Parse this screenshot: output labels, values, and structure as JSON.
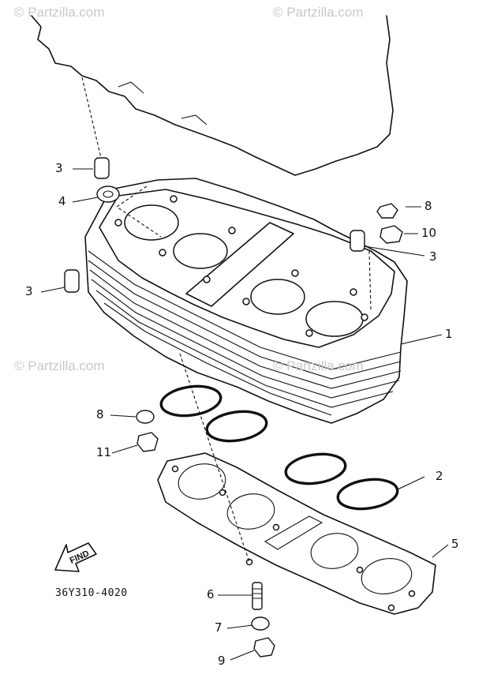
{
  "watermarks": {
    "top_left": "© Partzilla.com",
    "top_right": "© Partzilla.com",
    "mid_left": "© Partzilla.com",
    "mid_right": "© Partzilla.com"
  },
  "callouts": {
    "c1": "1",
    "c2": "2",
    "c3a": "3",
    "c3b": "3",
    "c3c": "3",
    "c4": "4",
    "c5": "5",
    "c6": "6",
    "c7": "7",
    "c8a": "8",
    "c8b": "8",
    "c9": "9",
    "c10": "10",
    "c11": "11"
  },
  "diagram_code": "36Y310-4020",
  "find_label": "FIND"
}
